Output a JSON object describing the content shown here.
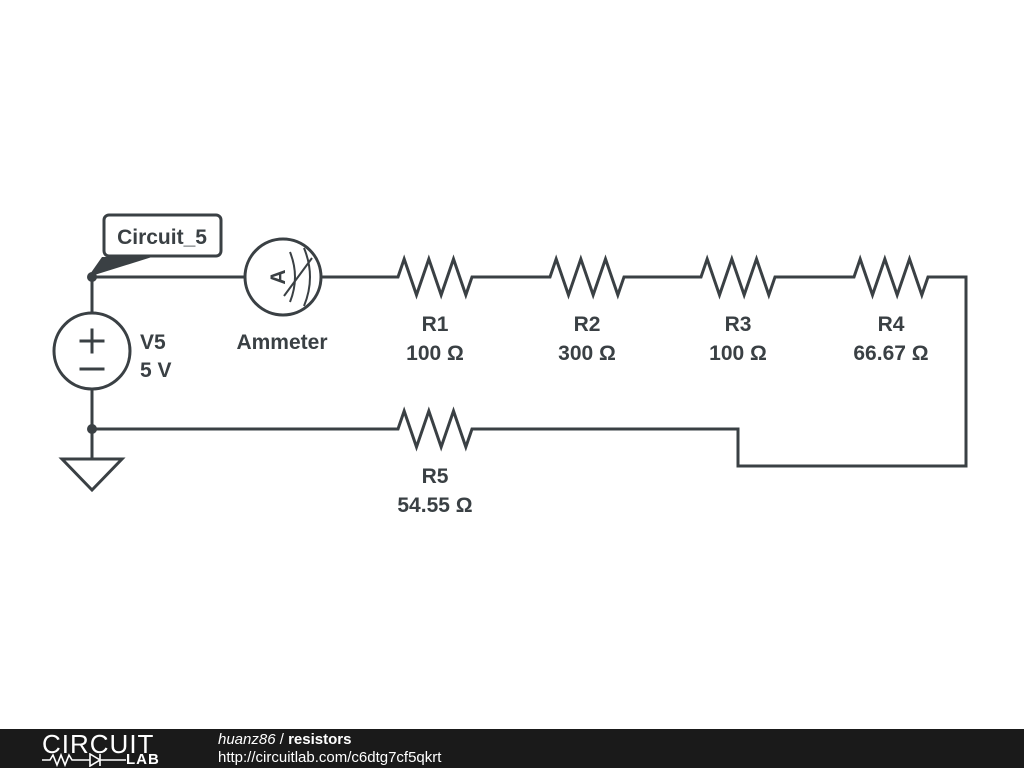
{
  "net_label": "Circuit_5",
  "source": {
    "name": "V5",
    "value": "5 V"
  },
  "meter": {
    "symbol": "A",
    "label": "Ammeter"
  },
  "resistors": [
    {
      "name": "R1",
      "value": "100 Ω"
    },
    {
      "name": "R2",
      "value": "300 Ω"
    },
    {
      "name": "R3",
      "value": "100 Ω"
    },
    {
      "name": "R4",
      "value": "66.67 Ω"
    },
    {
      "name": "R5",
      "value": "54.55 Ω"
    }
  ],
  "footer": {
    "logo_top": "CIRCUIT",
    "logo_bottom": "LAB",
    "author": "huanz86",
    "separator": " / ",
    "title": "resistors",
    "url": "http://circuitlab.com/c6dtg7cf5qkrt"
  },
  "colors": {
    "line": "#3a4044",
    "footer_bg": "#1a1a1a"
  },
  "icons": [
    "ground-icon",
    "voltage-source-icon",
    "ammeter-icon",
    "resistor-icon"
  ]
}
